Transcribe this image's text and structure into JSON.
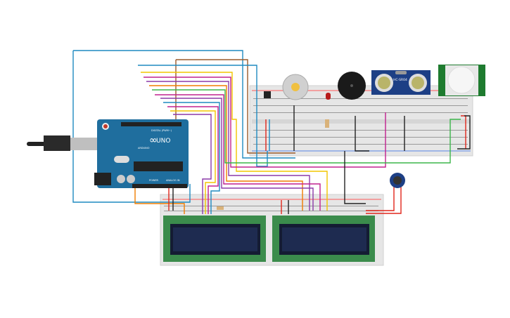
{
  "arduino": {
    "model": "UNO",
    "brand": "ARDUINO",
    "digital_label": "DIGITAL (PWM~)",
    "power_label": "POWER",
    "analog_label": "ANALOG IN",
    "board_color": "#1f6e9e"
  },
  "ultrasonic": {
    "label": "HC-SR04",
    "color": "#1d3f85"
  },
  "pir": {
    "color": "#1e7b2f"
  },
  "lcd": {
    "board_color": "#3b8c4c",
    "screen_color": "#1e2b50"
  },
  "breadboard_color": "#e6e6e6",
  "wire_colors": {
    "blue": "#1f8ac0",
    "brown": "#9a5a2c",
    "yellow": "#f2c500",
    "magenta": "#c0208f",
    "purple": "#8b3aa8",
    "green": "#3bb54a",
    "orange": "#f07d00",
    "red": "#e0261b",
    "black": "#222222"
  }
}
